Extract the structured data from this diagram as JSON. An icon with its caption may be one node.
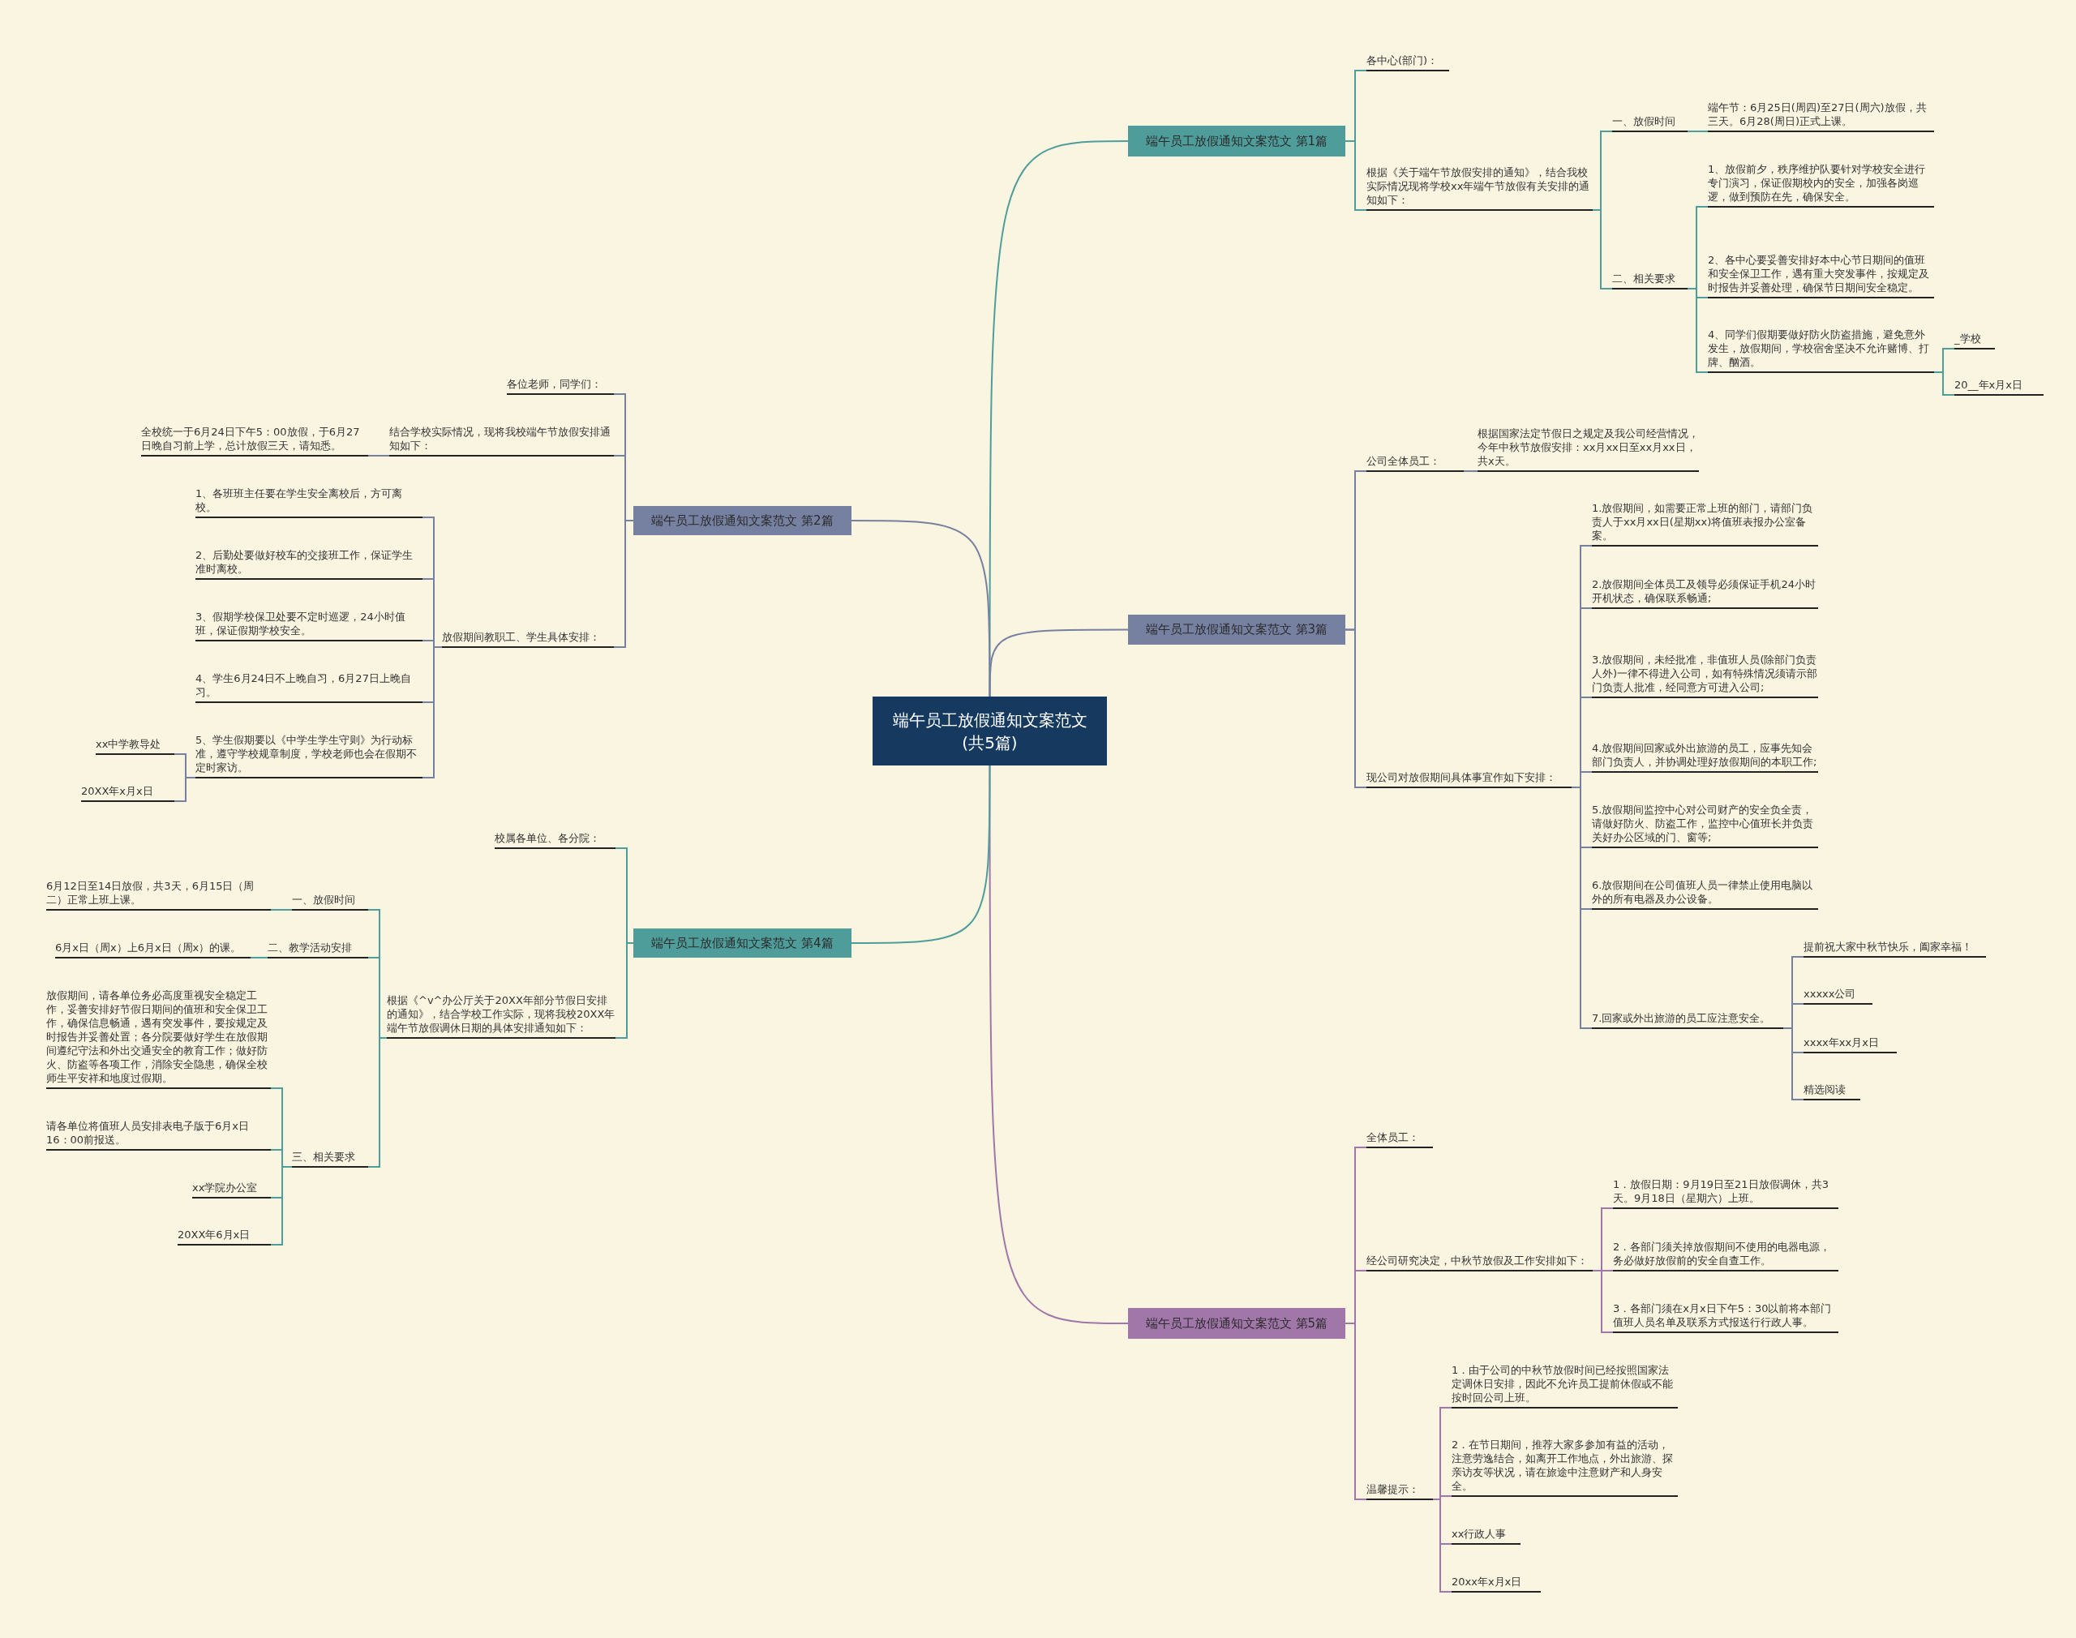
{
  "diagram": {
    "nodes": [
      {
        "text": [
          "端午员工放假通知文案范文(共5篇)"
        ]
      },
      {
        "text": [
          "端午员工放假通知文案范文 第1篇"
        ]
      },
      {
        "text": [
          "各中心(部门)："
        ]
      },
      {
        "text": [
          "根据《关于端午节放假安排的通知》，结合我校实际情况现将学校xx年端午节放假有关安排的通知如下："
        ]
      },
      {
        "text": [
          "一、放假时间"
        ]
      },
      {
        "text": [
          "端午节：6月25日(周四)至27日(周六)放假，共三天。6月28(周日)正式上课。"
        ]
      },
      {
        "text": [
          "二、相关要求"
        ]
      },
      {
        "text": [
          "1、放假前夕，秩序维护队要针对学校安全进行专门演习，保证假期校内的安全，加强各岗巡逻，做到预防在先，确保安全。"
        ]
      },
      {
        "text": [
          "2、各中心要妥善安排好本中心节日期间的值班和安全保卫工作，遇有重大突发事件，按规定及时报告并妥善处理，确保节日期间安全稳定。"
        ]
      },
      {
        "text": [
          "4、同学们假期要做好防火防盗措施，避免意外发生，放假期间，学校宿舍坚决不允许赌博、打牌、酗酒。"
        ]
      },
      {
        "text": [
          "_学校"
        ]
      },
      {
        "text": [
          "20__年x月x日"
        ]
      },
      {
        "text": [
          "端午员工放假通知文案范文 第3篇"
        ]
      },
      {
        "text": [
          "公司全体员工："
        ]
      },
      {
        "text": [
          "根据国家法定节假日之规定及我公司经营情况，今年中秋节放假安排：xx月xx日至xx月xx日，共x天。"
        ]
      },
      {
        "text": [
          "现公司对放假期间具体事宜作如下安排："
        ]
      },
      {
        "text": [
          "1.放假期间，如需要正常上班的部门，请部门负责人于xx月xx日(星期xx)将值班表报办公室备案。"
        ]
      },
      {
        "text": [
          "2.放假期间全体员工及领导必须保证手机24小时开机状态，确保联系畅通;"
        ]
      },
      {
        "text": [
          "3.放假期间，未经批准，非值班人员(除部门负责人外)一律不得进入公司，如有特殊情况须请示部门负责人批准，经同意方可进入公司;"
        ]
      },
      {
        "text": [
          "4.放假期间回家或外出旅游的员工，应事先知会部门负责人，并协调处理好放假期间的本职工作;"
        ]
      },
      {
        "text": [
          "5.放假期间监控中心对公司财产的安全负全责，请做好防火、防盗工作，监控中心值班长并负责关好办公区域的门、窗等;"
        ]
      },
      {
        "text": [
          "6.放假期间在公司值班人员一律禁止使用电脑以外的所有电器及办公设备。"
        ]
      },
      {
        "text": [
          "7.回家或外出旅游的员工应注意安全。"
        ]
      },
      {
        "text": [
          "提前祝大家中秋节快乐，阖家幸福！"
        ]
      },
      {
        "text": [
          "xxxxx公司"
        ]
      },
      {
        "text": [
          "xxxx年xx月x日"
        ]
      },
      {
        "text": [
          "精选阅读"
        ]
      },
      {
        "text": [
          "端午员工放假通知文案范文 第5篇"
        ]
      },
      {
        "text": [
          "全体员工："
        ]
      },
      {
        "text": [
          "经公司研究决定，中秋节放假及工作安排如下："
        ]
      },
      {
        "text": [
          "1．放假日期：9月19日至21日放假调休，共3天。9月18日（星期六）上班。"
        ]
      },
      {
        "text": [
          "2．各部门须关掉放假期间不使用的电器电源，务必做好放假前的安全自查工作。"
        ]
      },
      {
        "text": [
          "3．各部门须在x月x日下午5：30以前将本部门值班人员名单及联系方式报送行行政人事。"
        ]
      },
      {
        "text": [
          "温馨提示："
        ]
      },
      {
        "text": [
          "1．由于公司的中秋节放假时间已经按照国家法定调休日安排，因此不允许员工提前休假或不能按时回公司上班。"
        ]
      },
      {
        "text": [
          "2．在节日期间，推荐大家多参加有益的活动，注意劳逸结合，如离开工作地点，外出旅游、探亲访友等状况，请在旅途中注意财产和人身安全。"
        ]
      },
      {
        "text": [
          "xx行政人事"
        ]
      },
      {
        "text": [
          "20xx年x月x日"
        ]
      },
      {
        "text": [
          "端午员工放假通知文案范文 第2篇"
        ]
      },
      {
        "text": [
          "各位老师，同学们："
        ]
      },
      {
        "text": [
          "结合学校实际情况，现将我校端午节放假安排通知如下："
        ]
      },
      {
        "text": [
          "全校统一于6月24日下午5：00放假，于6月27日晚自习前上学，总计放假三天，请知悉。"
        ]
      },
      {
        "text": [
          "放假期间教职工、学生具体安排："
        ]
      },
      {
        "text": [
          "1、各班班主任要在学生安全离校后，方可离校。"
        ]
      },
      {
        "text": [
          "2、后勤处要做好校车的交接班工作，保证学生准时离校。"
        ]
      },
      {
        "text": [
          "3、假期学校保卫处要不定时巡逻，24小时值班，保证假期学校安全。"
        ]
      },
      {
        "text": [
          "4、学生6月24日不上晚自习，6月27日上晚自习。"
        ]
      },
      {
        "text": [
          "5、学生假期要以《中学生学生守则》为行动标准，遵守学校规章制度，学校老师也会在假期不定时家访。"
        ]
      },
      {
        "text": [
          "xx中学教导处"
        ]
      },
      {
        "text": [
          "20XX年x月x日"
        ]
      },
      {
        "text": [
          "端午员工放假通知文案范文 第4篇"
        ]
      },
      {
        "text": [
          "校属各单位、各分院："
        ]
      },
      {
        "text": [
          "根据《^v^办公厅关于20XX年部分节假日安排的通知》，结合学校工作实际，现将我校20XX年端午节放假调休日期的具体安排通知如下："
        ]
      },
      {
        "text": [
          "一、放假时间"
        ]
      },
      {
        "text": [
          "6月12日至14日放假，共3天，6月15日（周二）正常上班上课。"
        ]
      },
      {
        "text": [
          "二、教学活动安排"
        ]
      },
      {
        "text": [
          "6月x日（周x）上6月x日（周x）的课。"
        ]
      },
      {
        "text": [
          "三、相关要求"
        ]
      },
      {
        "text": [
          "放假期间，请各单位务必高度重视安全稳定工作，妥善安排好节假日期间的值班和安全保卫工作，确保信息畅通，遇有突发事件，要按规定及时报告并妥善处置；各分院要做好学生在放假期间遵纪守法和外出交通安全的教育工作；做好防火、防盗等各项工作，消除安全隐患，确保全校师生平安祥和地度过假期。"
        ]
      },
      {
        "text": [
          "请各单位将值班人员安排表电子版于6月x日16：00前报送。"
        ]
      },
      {
        "text": [
          "xx学院办公室"
        ]
      },
      {
        "text": [
          "20XX年6月x日"
        ]
      }
    ],
    "edges": [
      {
        "from": 0,
        "to": 1,
        "arrow": "none",
        "color": "#4f9d9b"
      },
      {
        "from": 0,
        "to": 12,
        "arrow": "none",
        "color": "#7680a0"
      },
      {
        "from": 0,
        "to": 27,
        "arrow": "none",
        "color": "#a177aa"
      },
      {
        "from": 0,
        "to": 38,
        "arrow": "none",
        "color": "#7680a0"
      },
      {
        "from": 0,
        "to": 50,
        "arrow": "none",
        "color": "#4f9d9b"
      },
      {
        "from": 1,
        "to": 2,
        "arrow": "none",
        "color": "#4f9d9b"
      },
      {
        "from": 1,
        "to": 3,
        "arrow": "none",
        "color": "#4f9d9b"
      },
      {
        "from": 3,
        "to": 4,
        "arrow": "none",
        "color": "#4f9d9b"
      },
      {
        "from": 3,
        "to": 6,
        "arrow": "none",
        "color": "#4f9d9b"
      },
      {
        "from": 4,
        "to": 5,
        "arrow": "none",
        "color": "#4f9d9b"
      },
      {
        "from": 6,
        "to": 7,
        "arrow": "none",
        "color": "#4f9d9b"
      },
      {
        "from": 6,
        "to": 8,
        "arrow": "none",
        "color": "#4f9d9b"
      },
      {
        "from": 6,
        "to": 9,
        "arrow": "none",
        "color": "#4f9d9b"
      },
      {
        "from": 9,
        "to": 10,
        "arrow": "none",
        "color": "#4f9d9b"
      },
      {
        "from": 9,
        "to": 11,
        "arrow": "none",
        "color": "#4f9d9b"
      },
      {
        "from": 12,
        "to": 13,
        "arrow": "none",
        "color": "#7680a0"
      },
      {
        "from": 12,
        "to": 15,
        "arrow": "none",
        "color": "#7680a0"
      },
      {
        "from": 13,
        "to": 14,
        "arrow": "none",
        "color": "#7680a0"
      },
      {
        "from": 15,
        "to": 16,
        "arrow": "none",
        "color": "#7680a0"
      },
      {
        "from": 15,
        "to": 17,
        "arrow": "none",
        "color": "#7680a0"
      },
      {
        "from": 15,
        "to": 18,
        "arrow": "none",
        "color": "#7680a0"
      },
      {
        "from": 15,
        "to": 19,
        "arrow": "none",
        "color": "#7680a0"
      },
      {
        "from": 15,
        "to": 20,
        "arrow": "none",
        "color": "#7680a0"
      },
      {
        "from": 15,
        "to": 21,
        "arrow": "none",
        "color": "#7680a0"
      },
      {
        "from": 15,
        "to": 22,
        "arrow": "none",
        "color": "#7680a0"
      },
      {
        "from": 22,
        "to": 23,
        "arrow": "none",
        "color": "#7680a0"
      },
      {
        "from": 22,
        "to": 24,
        "arrow": "none",
        "color": "#7680a0"
      },
      {
        "from": 22,
        "to": 25,
        "arrow": "none",
        "color": "#7680a0"
      },
      {
        "from": 22,
        "to": 26,
        "arrow": "none",
        "color": "#7680a0"
      },
      {
        "from": 27,
        "to": 28,
        "arrow": "none",
        "color": "#a177aa"
      },
      {
        "from": 27,
        "to": 29,
        "arrow": "none",
        "color": "#a177aa"
      },
      {
        "from": 27,
        "to": 33,
        "arrow": "none",
        "color": "#a177aa"
      },
      {
        "from": 29,
        "to": 30,
        "arrow": "none",
        "color": "#a177aa"
      },
      {
        "from": 29,
        "to": 31,
        "arrow": "none",
        "color": "#a177aa"
      },
      {
        "from": 29,
        "to": 32,
        "arrow": "none",
        "color": "#a177aa"
      },
      {
        "from": 33,
        "to": 34,
        "arrow": "none",
        "color": "#a177aa"
      },
      {
        "from": 33,
        "to": 35,
        "arrow": "none",
        "color": "#a177aa"
      },
      {
        "from": 33,
        "to": 36,
        "arrow": "none",
        "color": "#a177aa"
      },
      {
        "from": 33,
        "to": 37,
        "arrow": "none",
        "color": "#a177aa"
      },
      {
        "from": 38,
        "to": 39,
        "arrow": "none",
        "color": "#7680a0"
      },
      {
        "from": 38,
        "to": 40,
        "arrow": "none",
        "color": "#7680a0"
      },
      {
        "from": 38,
        "to": 42,
        "arrow": "none",
        "color": "#7680a0"
      },
      {
        "from": 40,
        "to": 41,
        "arrow": "none",
        "color": "#7680a0"
      },
      {
        "from": 42,
        "to": 43,
        "arrow": "none",
        "color": "#7680a0"
      },
      {
        "from": 42,
        "to": 44,
        "arrow": "none",
        "color": "#7680a0"
      },
      {
        "from": 42,
        "to": 45,
        "arrow": "none",
        "color": "#7680a0"
      },
      {
        "from": 42,
        "to": 46,
        "arrow": "none",
        "color": "#7680a0"
      },
      {
        "from": 42,
        "to": 47,
        "arrow": "none",
        "color": "#7680a0"
      },
      {
        "from": 47,
        "to": 48,
        "arrow": "none",
        "color": "#7680a0"
      },
      {
        "from": 47,
        "to": 49,
        "arrow": "none",
        "color": "#7680a0"
      },
      {
        "from": 50,
        "to": 51,
        "arrow": "none",
        "color": "#4f9d9b"
      },
      {
        "from": 50,
        "to": 52,
        "arrow": "none",
        "color": "#4f9d9b"
      },
      {
        "from": 52,
        "to": 53,
        "arrow": "none",
        "color": "#4f9d9b"
      },
      {
        "from": 52,
        "to": 55,
        "arrow": "none",
        "color": "#4f9d9b"
      },
      {
        "from": 52,
        "to": 57,
        "arrow": "none",
        "color": "#4f9d9b"
      },
      {
        "from": 53,
        "to": 54,
        "arrow": "none",
        "color": "#4f9d9b"
      },
      {
        "from": 55,
        "to": 56,
        "arrow": "none",
        "color": "#4f9d9b"
      },
      {
        "from": 57,
        "to": 58,
        "arrow": "none",
        "color": "#4f9d9b"
      },
      {
        "from": 57,
        "to": 59,
        "arrow": "none",
        "color": "#4f9d9b"
      },
      {
        "from": 57,
        "to": 60,
        "arrow": "none",
        "color": "#4f9d9b"
      },
      {
        "from": 57,
        "to": 61,
        "arrow": "none",
        "color": "#4f9d9b"
      }
    ]
  }
}
